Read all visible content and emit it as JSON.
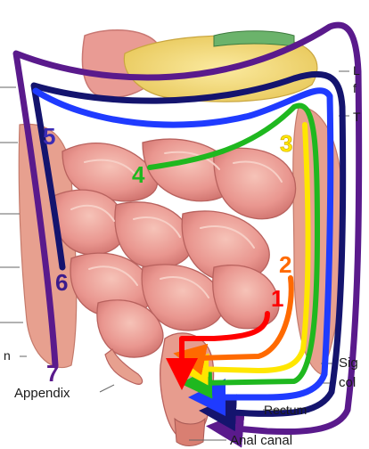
{
  "labels": {
    "appendix": "Appendix",
    "anal_canal": "Anal canal",
    "rectum": "Rectum",
    "right_L": "L",
    "right_f": "f",
    "right_T": "T",
    "right_sig": "Sig",
    "right_col": "col",
    "left_n": "n"
  },
  "routes": [
    {
      "number": "1",
      "color": "#ff0000"
    },
    {
      "number": "2",
      "color": "#ff6a00"
    },
    {
      "number": "3",
      "color": "#ffe600"
    },
    {
      "number": "4",
      "color": "#1fb81f"
    },
    {
      "number": "5",
      "color": "#1f3bff"
    },
    {
      "number": "6",
      "color": "#14146e"
    },
    {
      "number": "7",
      "color": "#5a1a8c"
    }
  ],
  "colors": {
    "intestine": "#e9968f",
    "intestine_dark": "#c96a66",
    "fat": "#f3dc7a",
    "colon": "#e7a08f"
  }
}
